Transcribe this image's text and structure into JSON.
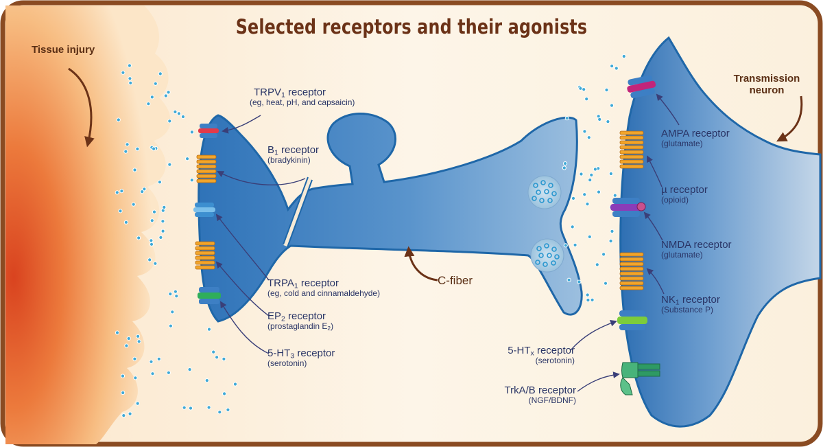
{
  "title": "Selected receptors and their agonists",
  "annotations": {
    "tissue_injury": "Tissue injury",
    "transmission_neuron": "Transmission neuron",
    "c_fiber": "C-fiber"
  },
  "left_receptors": [
    {
      "name_pre": "TRPV",
      "name_sub": "1",
      "name_post": " receptor",
      "agonist": "(eg, heat, pH, and capsaicin)"
    },
    {
      "name_pre": "B",
      "name_sub": "1",
      "name_post": " receptor",
      "agonist": "(bradykinin)"
    },
    {
      "name_pre": "TRPA",
      "name_sub": "1",
      "name_post": " receptor",
      "agonist": "(eg, cold and cinnamaldehyde)"
    },
    {
      "name_pre": "EP",
      "name_sub": "2",
      "name_post": " receptor",
      "agonist_pre": "(prostaglandin E",
      "agonist_sub": "2",
      "agonist_post": ")"
    },
    {
      "name_pre": "5-HT",
      "name_sub": "3",
      "name_post": " receptor",
      "agonist": "(serotonin)"
    }
  ],
  "right_receptors": [
    {
      "name": "AMPA receptor",
      "agonist": "(glutamate)"
    },
    {
      "name": "µ receptor",
      "agonist": "(opioid)"
    },
    {
      "name": "NMDA receptor",
      "agonist": "(glutamate)"
    },
    {
      "name_pre": "NK",
      "name_sub": "1",
      "name_post": " receptor",
      "agonist": "(Substance P)"
    },
    {
      "name_pre": "5-HT",
      "name_sub": "x",
      "name_post": " receptor",
      "agonist": "(serotonin)"
    },
    {
      "name": "TrkA/B receptor",
      "agonist": "(NGF/BDNF)"
    }
  ],
  "colors": {
    "frame": "#8a4b22",
    "background": "#fbf1df",
    "tissue": "#e0602a",
    "neuron_fill": "#5b93c9",
    "neuron_outline": "#1f67a8",
    "title": "#6b3217",
    "label": "#2a3566",
    "arrow": "#3a3f78",
    "brown_arrow": "#6b3217",
    "particle": "#3fa9d6"
  }
}
